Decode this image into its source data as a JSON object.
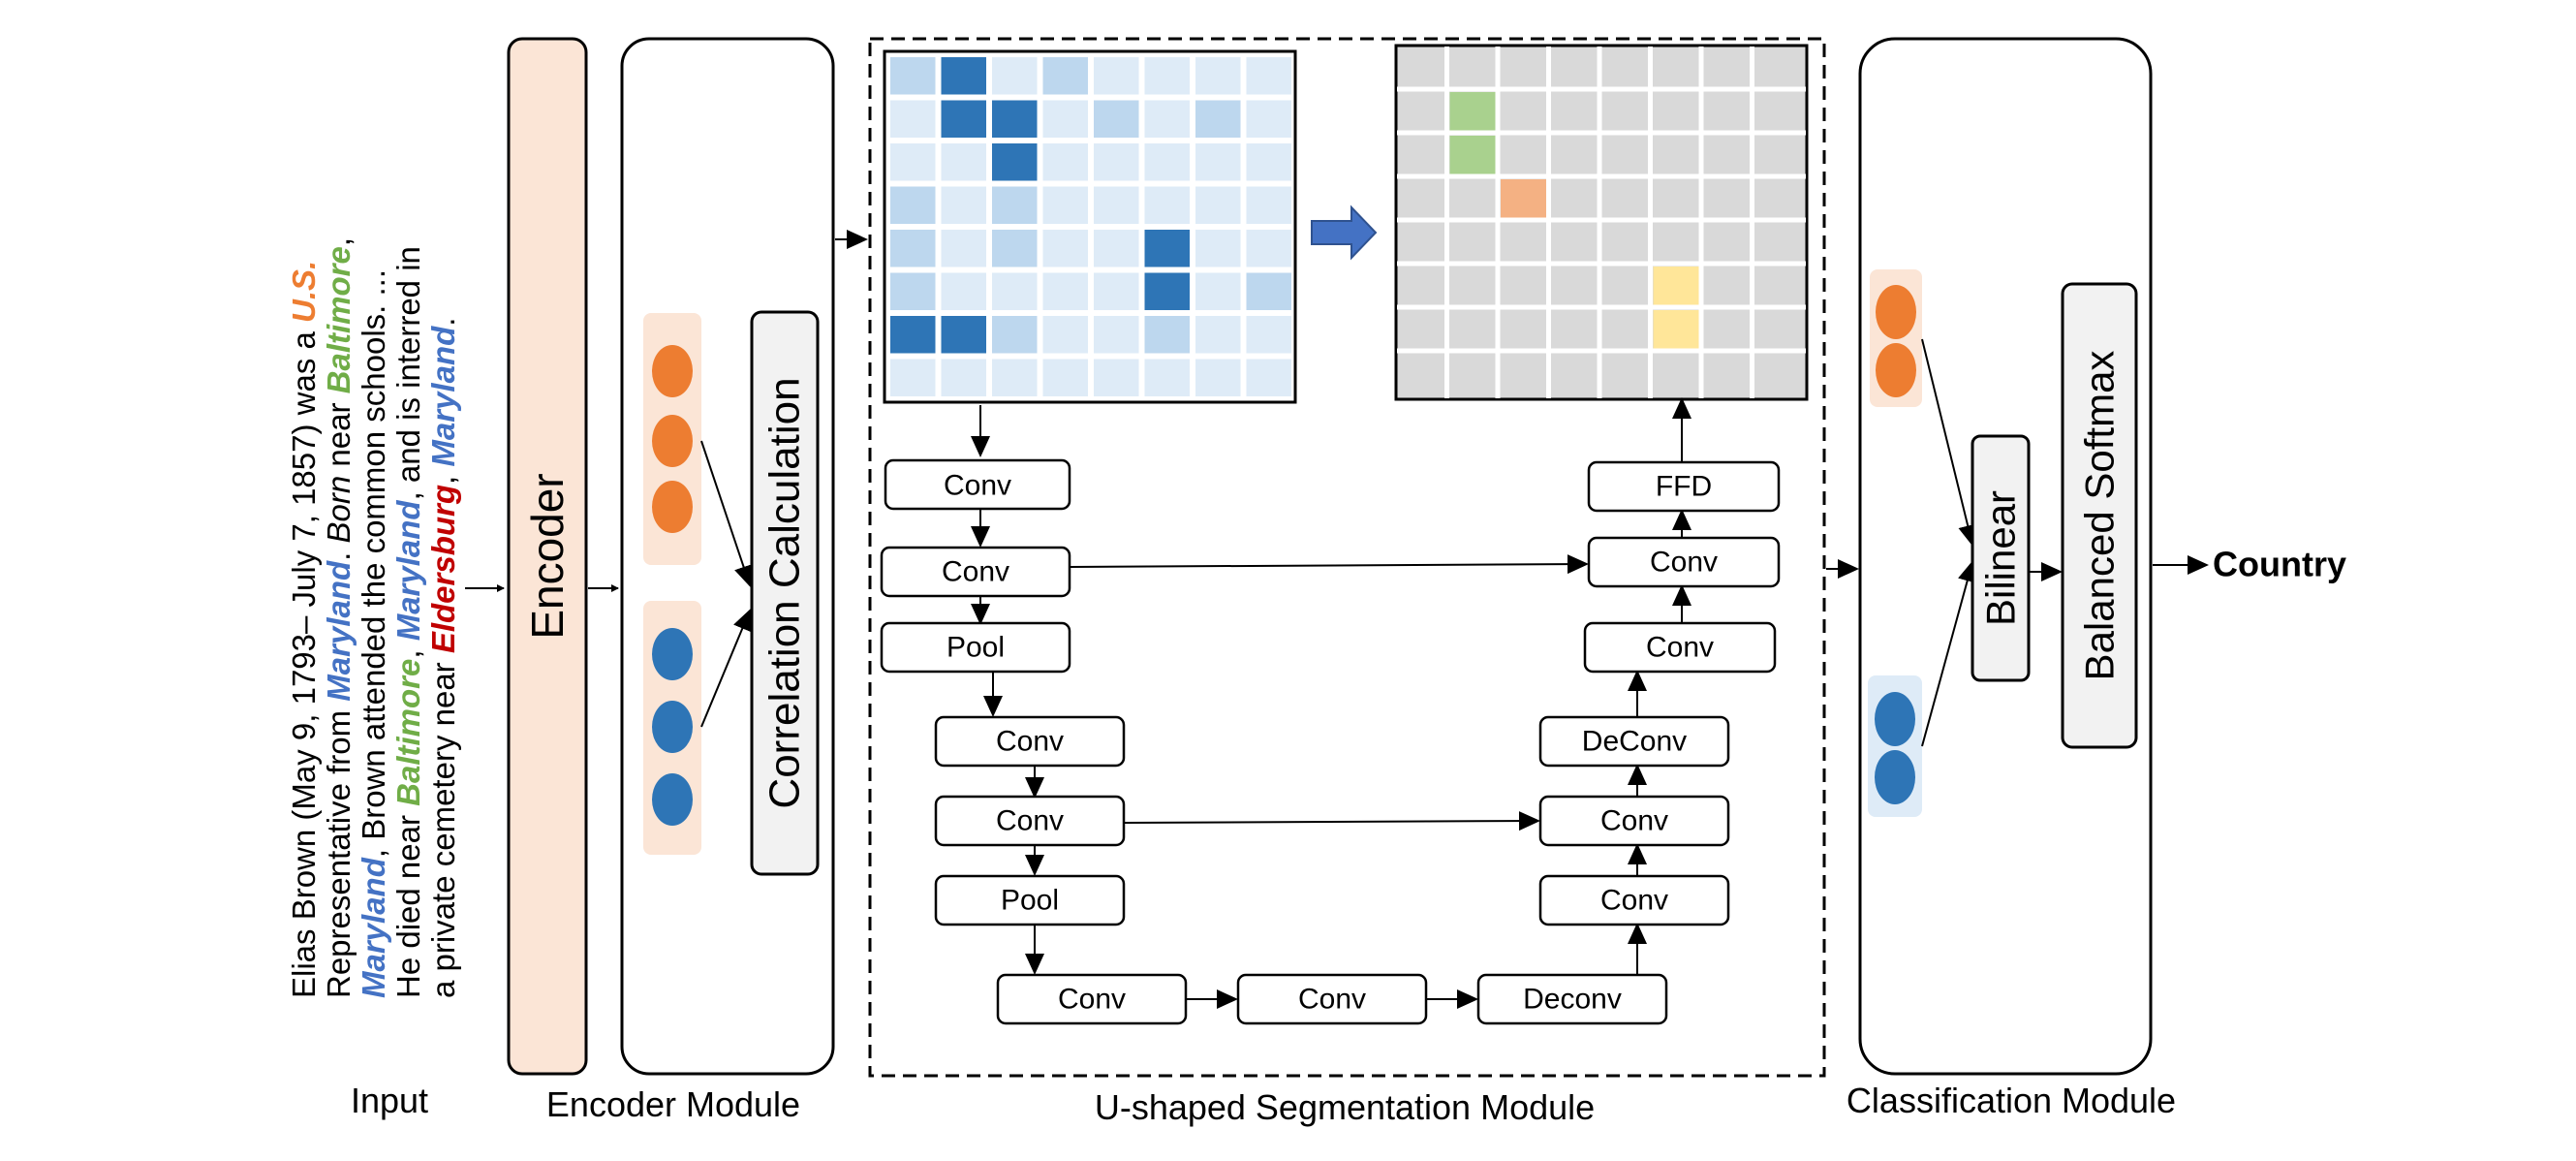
{
  "input_text": {
    "line1_a": "Elias Brown (May 9, 1793– July 7, 1857) was a ",
    "line1_us": "U.S.",
    "line2_a": "Representative from ",
    "line2_maryland": "Maryland",
    "line2_b": ". ",
    "line2_born": "Born",
    "line2_c": " near ",
    "line2_baltimore": "Baltimore",
    "line2_d": ",",
    "line3_maryland": "Maryland",
    "line3_b": ", Brown attended the common schools. ...",
    "line4_a": "He died near ",
    "line4_baltimore": "Baltimore",
    "line4_b": ", ",
    "line4_maryland": "Maryland",
    "line4_c": ", and is interred in",
    "line5_a": "a private cemetery near ",
    "line5_eldersburg": "Eldersburg",
    "line5_b": ", ",
    "line5_maryland": "Maryland",
    "line5_c": "."
  },
  "labels": {
    "input": "Input",
    "encoder_module": "Encoder Module",
    "segmentation_module": "U-shaped  Segmentation Module",
    "classification_module": "Classification Module"
  },
  "blocks": {
    "encoder": "Encoder",
    "correlation": "Correlation Calculation",
    "bilinear": "Bilinear",
    "balanced_softmax": "Balanced  Softmax",
    "output": "Country"
  },
  "unet": {
    "enc1_conv1": "Conv",
    "enc1_conv2": "Conv",
    "enc1_pool": "Pool",
    "enc2_conv1": "Conv",
    "enc2_conv2": "Conv",
    "enc2_pool": "Pool",
    "bottom_conv1": "Conv",
    "bottom_conv2": "Conv",
    "bottom_deconv": "Deconv",
    "dec2_conv1": "Conv",
    "dec2_conv2": "Conv",
    "dec2_deconv": "DeConv",
    "dec1_conv1": "Conv",
    "dec1_conv2": "Conv",
    "ffd": "FFD"
  },
  "colors": {
    "orange": "#ED7D31",
    "blue": "#2E75B6",
    "green": "#70AD47",
    "red": "#C00000",
    "encoder_fill": "#FBE5D6",
    "blue_bg": "#DEEBF7",
    "grid_gray": "#D9D9D9",
    "grid_green": "#A9D18E",
    "grid_orange": "#F4B183",
    "grid_yellow": "#FFE699",
    "arrow_blue": "#4472C4"
  },
  "heatmap": [
    [
      2,
      5,
      1,
      2,
      1,
      1,
      1,
      1
    ],
    [
      1,
      5,
      5,
      1,
      2,
      1,
      2,
      1
    ],
    [
      1,
      1,
      5,
      1,
      1,
      1,
      1,
      1
    ],
    [
      2,
      1,
      2,
      1,
      1,
      1,
      1,
      1
    ],
    [
      2,
      1,
      2,
      1,
      1,
      5,
      1,
      1
    ],
    [
      2,
      1,
      1,
      1,
      1,
      5,
      1,
      2
    ],
    [
      5,
      5,
      2,
      1,
      1,
      2,
      1,
      1
    ],
    [
      1,
      1,
      1,
      1,
      1,
      1,
      1,
      1
    ]
  ],
  "output_grid": [
    [
      0,
      0,
      0,
      0,
      0,
      0,
      0,
      0
    ],
    [
      0,
      1,
      0,
      0,
      0,
      0,
      0,
      0
    ],
    [
      0,
      1,
      0,
      0,
      0,
      0,
      0,
      0
    ],
    [
      0,
      0,
      2,
      0,
      0,
      0,
      0,
      0
    ],
    [
      0,
      0,
      0,
      0,
      0,
      0,
      0,
      0
    ],
    [
      0,
      0,
      0,
      0,
      0,
      3,
      0,
      0
    ],
    [
      0,
      0,
      0,
      0,
      0,
      3,
      0,
      0
    ],
    [
      0,
      0,
      0,
      0,
      0,
      0,
      0,
      0
    ]
  ]
}
